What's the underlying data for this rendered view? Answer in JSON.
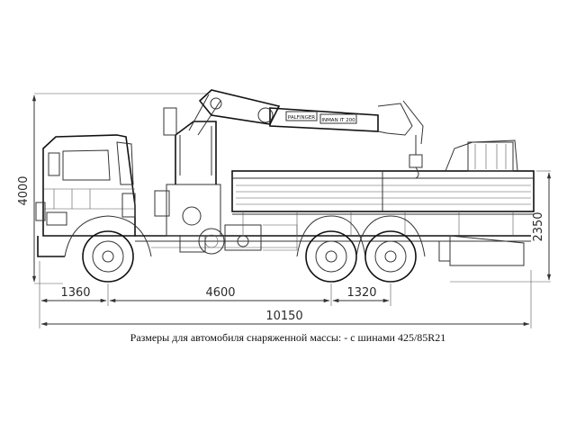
{
  "dimensions": {
    "overall_height": "4000",
    "platform_height": "2350",
    "front_overhang": "1360",
    "wheelbase": "4600",
    "rear_axle_spacing": "1320",
    "overall_length": "10150"
  },
  "crane_labels": {
    "brand": "PALFINGER",
    "model": "INMAN IT 200"
  },
  "caption": "Размеры для автомобиля снаряженной массы: - с шинами 425/85R21"
}
